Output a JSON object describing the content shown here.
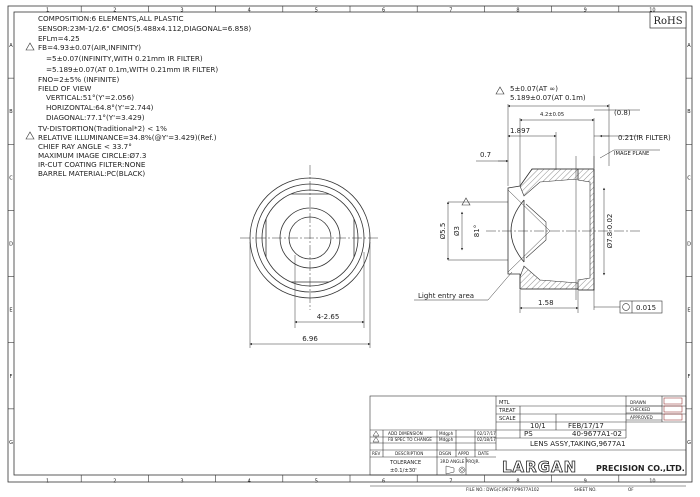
{
  "border": {
    "col_labels": [
      "1",
      "2",
      "3",
      "4",
      "5",
      "6",
      "7",
      "8",
      "9",
      "10"
    ],
    "row_labels": [
      "A",
      "B",
      "C",
      "D",
      "E",
      "F",
      "G"
    ]
  },
  "rohs": "RoHS",
  "specs": [
    "COMPOSITION:6 ELEMENTS,ALL PLASTIC",
    "SENSOR:23M-1/2.6\" CMOS(5.488x4.112,DIAGONAL=6.858)",
    "EFLm=4.25",
    "FB=4.93±0.07(AIR,INFINITY)",
    "=5±0.07(INFINITY,WITH 0.21mm IR FILTER)",
    "=5.189±0.07(AT 0.1m,WITH 0.21mm IR FILTER)",
    "FNO=2±5% (INFINITE)",
    "FIELD OF VIEW",
    "VERTICAL:51°(Y'=2.056)",
    "HORIZONTAL:64.8°(Y'=2.744)",
    "DIAGONAL:77.1°(Y'=3.429)",
    "TV-DISTORTION(Traditional*2) < 1%",
    "RELATIVE ILLUMINANCE=34.8%(@Y'=3.429)(Ref.)",
    "CHIEF RAY ANGLE < 33.7°",
    "MAXIMUM IMAGE CIRCLE:Ø7.3",
    "IR-CUT COATING FILTER:NONE",
    "BARREL MATERIAL:PC(BLACK)"
  ],
  "front_dims": {
    "inner": "4-2.65",
    "outer": "6.96"
  },
  "side_dims": {
    "fb_top": "5±0.07(AT ∞)",
    "fb_bottom": "5.189±0.07(AT 0.1m)",
    "length": "4.2±0.05",
    "ref": "(0.8)",
    "d1897": "1.897",
    "ir_filter": "0.21(IR FILTER)",
    "d07": "0.7",
    "image_plane": "IMAGE PLANE",
    "d55": "Ø5.5",
    "d3": "Ø3",
    "angle": "81°",
    "d78": "Ø7.8-0.02",
    "light_entry": "Light entry area",
    "d158": "1.58",
    "flatness": "0.015"
  },
  "title_block": {
    "mtl_label": "MTL",
    "treat_label": "TREAT",
    "scale_label": "SCALE",
    "scale": "10/1",
    "date": "FEB/17/17",
    "ps": "PS",
    "part_no": "40-9677A1-02",
    "title": "LENS ASSY,TAKING,9677A1",
    "drawn": "DRAWN",
    "checked": "CHECKED",
    "approved": "APPROVED",
    "rev_rows": [
      {
        "rev": "",
        "desc": "ADD DIMENSION",
        "by": "Mdgph",
        "date": "02/17/17"
      },
      {
        "rev": "",
        "desc": "FB SPEC TO CHANGE",
        "by": "Mdgph",
        "date": "02/18/17"
      }
    ],
    "rev_header": [
      "REV",
      "DESCRIPTION",
      "DSGN",
      "APPD",
      "DATE"
    ],
    "tolerance_label": "TOLERANCE",
    "tolerance": "±0.1/±30'",
    "third_angle": "3RD ANGLE PROJR.",
    "company_logo": "LARGAN",
    "company": "PRECISION CO.,LTD.",
    "file_no": "FILE NO.: DWG(C)9677\\P9677A102",
    "sheet_no": "SHEET NO.",
    "sheet_of": "OF"
  }
}
